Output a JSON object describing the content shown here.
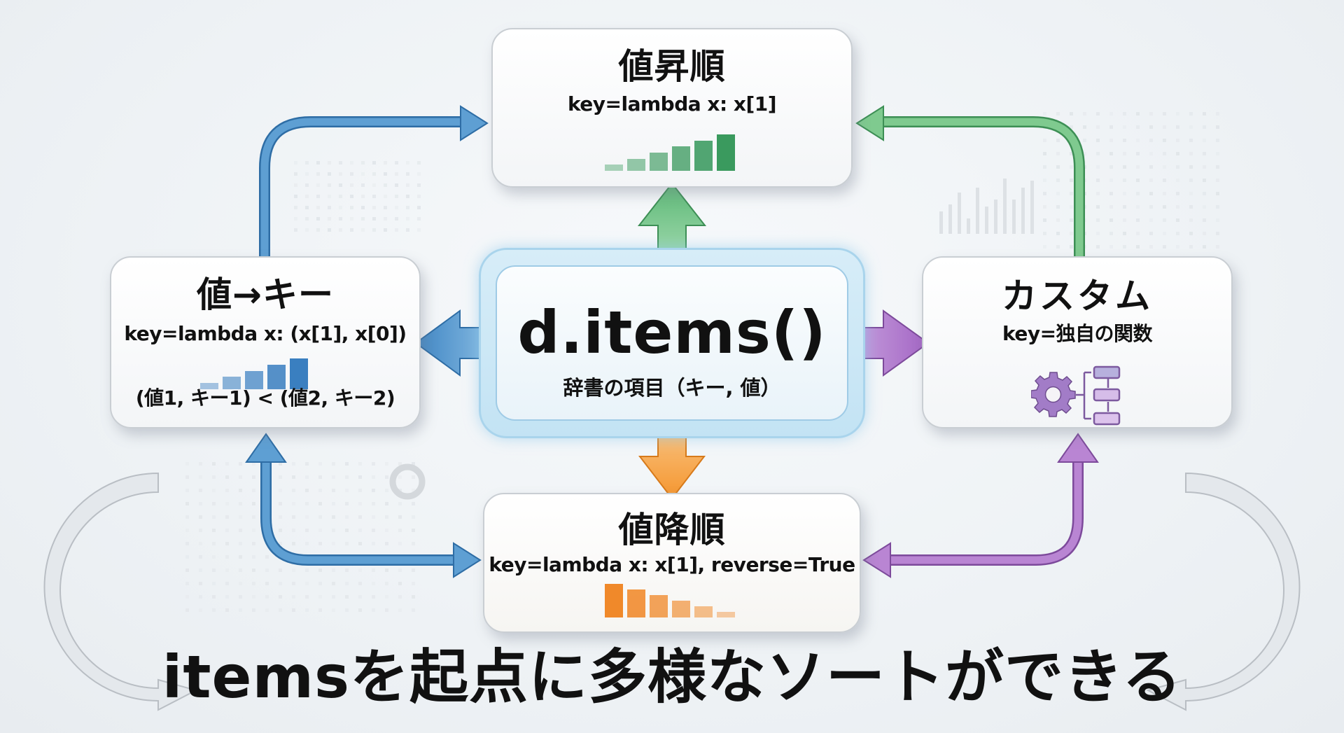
{
  "center": {
    "title": "d.items()",
    "subtitle": "辞書の項目（キー, 値）"
  },
  "cards": {
    "ascending": {
      "title": "値昇順",
      "code": "key=lambda x: x[1]",
      "bar_levels": [
        1,
        2,
        3,
        4,
        5,
        6
      ],
      "color": "#3a9a5e"
    },
    "value_key": {
      "title": "値→キー",
      "code": "key=lambda x: (x[1], x[0])",
      "note": "(値1, キー1) < (値2, キー2)",
      "bar_levels": [
        1,
        2,
        3,
        4,
        5
      ],
      "color": "#3a7fc0"
    },
    "custom": {
      "title": "カスタム",
      "code": "key=独自の関数",
      "icons": [
        "gear-icon",
        "flowchart-icon"
      ],
      "color": "#9b6bbf"
    },
    "descending": {
      "title": "値降順",
      "code": "key=lambda x: x[1], reverse=True",
      "bar_levels": [
        6,
        5,
        4,
        3,
        2,
        1
      ],
      "color": "#f0892a"
    }
  },
  "arrows": {
    "center_to_ascending": "#5cb876",
    "center_to_value_key": "#3f86c4",
    "center_to_custom": "#a365c4",
    "center_to_descending": "#f5962f",
    "value_key_to_ascending": "#3f86c4",
    "custom_to_ascending": "#5cb876",
    "value_key_desc_bidirectional": "#3f86c4",
    "custom_desc_bidirectional": "#a365c4"
  },
  "caption": "itemsを起点に多様なソートができる"
}
